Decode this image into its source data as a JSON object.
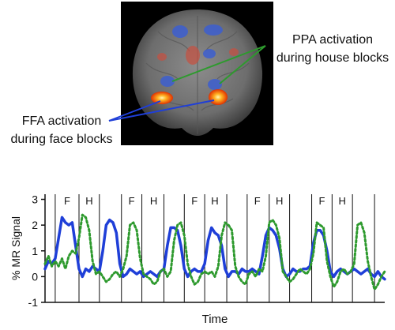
{
  "annotations": {
    "ppa": [
      "PPA activation",
      "during house blocks"
    ],
    "ffa": [
      "FFA activation",
      "during face blocks"
    ]
  },
  "colors": {
    "face_series": "#1f3fd8",
    "house_series": "#2e9a2e",
    "ppa_pointer": "#2e9a2e",
    "ffa_pointer": "#1f3fd8",
    "brain_panel_background": "#000000"
  },
  "chart_data": {
    "type": "line",
    "xlabel": "Time",
    "ylabel": "% MR Signal",
    "ylim": [
      -1,
      3.2
    ],
    "yticks": [
      -1,
      0,
      1,
      2,
      3
    ],
    "xlim": [
      0,
      100
    ],
    "block_boundaries": [
      3,
      10,
      16,
      22.5,
      28.5,
      35,
      41,
      47,
      53.5,
      59.5,
      66,
      72,
      78.5,
      84.5,
      90.5,
      97
    ],
    "blocks": [
      {
        "label": "F",
        "x": 6.5
      },
      {
        "label": "H",
        "x": 13
      },
      {
        "label": "F",
        "x": 25.5
      },
      {
        "label": "H",
        "x": 32
      },
      {
        "label": "F",
        "x": 44
      },
      {
        "label": "H",
        "x": 50
      },
      {
        "label": "F",
        "x": 62.5
      },
      {
        "label": "H",
        "x": 69
      },
      {
        "label": "F",
        "x": 81.5
      },
      {
        "label": "H",
        "x": 87.5
      }
    ],
    "series": [
      {
        "style": "solid",
        "x": [
          0,
          1,
          2,
          3,
          4,
          5,
          6,
          7,
          8,
          9,
          10,
          11,
          12,
          13,
          14,
          15,
          16,
          17,
          18,
          19,
          20,
          21,
          22,
          23,
          24,
          25,
          26,
          27,
          28,
          29,
          30,
          31,
          32,
          33,
          34,
          35,
          36,
          37,
          38,
          39,
          40,
          41,
          42,
          43,
          44,
          45,
          46,
          47,
          48,
          49,
          50,
          51,
          52,
          53,
          54,
          55,
          56,
          57,
          58,
          59,
          60,
          61,
          62,
          63,
          64,
          65,
          66,
          67,
          68,
          69,
          70,
          71,
          72,
          73,
          74,
          75,
          76,
          77,
          78,
          79,
          80,
          81,
          82,
          83,
          84,
          85,
          86,
          87,
          88,
          89,
          90,
          91,
          92,
          93,
          94,
          95,
          96,
          97,
          98,
          99,
          100
        ],
        "y": [
          0.3,
          0.6,
          0.5,
          0.7,
          1.5,
          2.3,
          2.1,
          2.0,
          2.1,
          1.2,
          0.3,
          0.0,
          0.3,
          0.2,
          0.4,
          0.3,
          0.2,
          1.0,
          2.0,
          2.2,
          2.1,
          1.7,
          0.5,
          0.0,
          0.1,
          0.3,
          0.2,
          0.1,
          0.2,
          0.0,
          0.1,
          0.2,
          0.1,
          0.0,
          0.2,
          0.3,
          1.2,
          1.9,
          1.9,
          1.8,
          1.2,
          0.3,
          0.0,
          0.2,
          0.3,
          0.2,
          0.2,
          0.5,
          1.4,
          1.9,
          1.7,
          1.6,
          1.2,
          0.3,
          0.0,
          0.2,
          0.2,
          0.1,
          0.3,
          0.2,
          0.2,
          0.3,
          0.2,
          0.1,
          0.8,
          1.6,
          1.9,
          1.8,
          1.6,
          1.1,
          0.3,
          0.0,
          0.1,
          0.3,
          0.2,
          0.2,
          0.3,
          0.3,
          0.4,
          1.3,
          1.8,
          1.8,
          1.6,
          1.0,
          0.2,
          0.0,
          0.2,
          0.3,
          0.2,
          0.1,
          0.2,
          0.3,
          0.2,
          0.1,
          0.2,
          0.3,
          0.1,
          0.0,
          0.2,
          0.0,
          -0.1
        ]
      },
      {
        "style": "dotted",
        "x": [
          0,
          1,
          2,
          3,
          4,
          5,
          6,
          7,
          8,
          9,
          10,
          11,
          12,
          13,
          14,
          15,
          16,
          17,
          18,
          19,
          20,
          21,
          22,
          23,
          24,
          25,
          26,
          27,
          28,
          29,
          30,
          31,
          32,
          33,
          34,
          35,
          36,
          37,
          38,
          39,
          40,
          41,
          42,
          43,
          44,
          45,
          46,
          47,
          48,
          49,
          50,
          51,
          52,
          53,
          54,
          55,
          56,
          57,
          58,
          59,
          60,
          61,
          62,
          63,
          64,
          65,
          66,
          67,
          68,
          69,
          70,
          71,
          72,
          73,
          74,
          75,
          76,
          77,
          78,
          79,
          80,
          81,
          82,
          83,
          84,
          85,
          86,
          87,
          88,
          89,
          90,
          91,
          92,
          93,
          94,
          95,
          96,
          97,
          98,
          99,
          100
        ],
        "y": [
          0.5,
          0.8,
          0.4,
          0.6,
          0.4,
          0.7,
          0.3,
          0.8,
          1.0,
          0.9,
          1.5,
          2.4,
          2.3,
          1.8,
          0.6,
          0.1,
          0.2,
          0.0,
          -0.2,
          -0.1,
          0.1,
          0.2,
          0.0,
          0.3,
          0.8,
          2.0,
          2.1,
          1.8,
          0.7,
          0.1,
          0.0,
          -0.1,
          -0.3,
          -0.2,
          0.2,
          0.3,
          0.0,
          0.2,
          1.4,
          2.0,
          2.1,
          1.6,
          0.5,
          0.0,
          -0.3,
          -0.2,
          0.1,
          0.2,
          0.1,
          0.2,
          0.0,
          0.4,
          1.6,
          2.1,
          2.0,
          1.8,
          0.4,
          0.0,
          -0.2,
          -0.3,
          0.1,
          0.2,
          0.0,
          0.3,
          0.2,
          0.8,
          2.1,
          2.2,
          2.0,
          1.5,
          0.2,
          0.0,
          -0.2,
          -0.1,
          0.1,
          0.3,
          0.2,
          0.1,
          0.3,
          0.9,
          2.1,
          2.0,
          1.9,
          0.6,
          0.0,
          -0.4,
          -0.2,
          0.2,
          0.3,
          0.1,
          0.2,
          0.5,
          2.0,
          2.1,
          1.7,
          0.6,
          0.0,
          -0.5,
          -0.3,
          0.0,
          0.2
        ]
      }
    ]
  }
}
